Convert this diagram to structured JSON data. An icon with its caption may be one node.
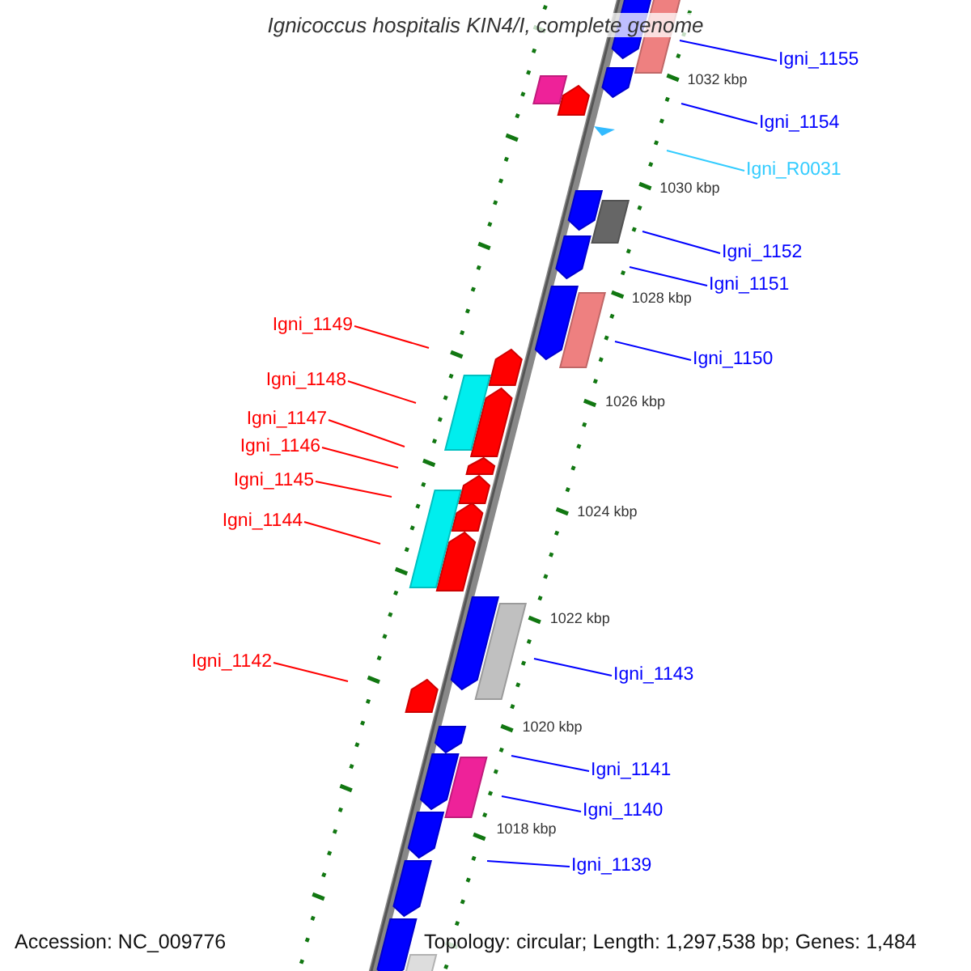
{
  "diagram": {
    "title": "Ignicoccus hospitalis KIN4/I, complete genome",
    "nodes": [
      {
        "text": [
          "Igni_1155"
        ]
      },
      {
        "text": [
          "Igni_1154"
        ]
      },
      {
        "text": [
          "Igni_R0031"
        ]
      },
      {
        "text": [
          "Igni_1152"
        ]
      },
      {
        "text": [
          "Igni_1151"
        ]
      },
      {
        "text": [
          "Igni_1149"
        ]
      },
      {
        "text": [
          "Igni_1150"
        ]
      },
      {
        "text": [
          "Igni_1148"
        ]
      },
      {
        "text": [
          "Igni_1147"
        ]
      },
      {
        "text": [
          "Igni_1146"
        ]
      },
      {
        "text": [
          "Igni_1145"
        ]
      },
      {
        "text": [
          "Igni_1144"
        ]
      },
      {
        "text": [
          "Igni_1142"
        ]
      },
      {
        "text": [
          "Igni_1143"
        ]
      },
      {
        "text": [
          "Igni_1141"
        ]
      },
      {
        "text": [
          "Igni_1140"
        ]
      },
      {
        "text": [
          "Igni_1139"
        ]
      }
    ],
    "edges": [
      {
        "from": 0,
        "to": null,
        "arrow": "none"
      },
      {
        "from": 1,
        "to": null,
        "arrow": "none"
      },
      {
        "from": 2,
        "to": null,
        "arrow": "none",
        "color": "#33ccff"
      },
      {
        "from": 3,
        "to": null,
        "arrow": "none"
      },
      {
        "from": 4,
        "to": null,
        "arrow": "none"
      },
      {
        "from": 5,
        "to": null,
        "arrow": "none",
        "color": "#ff0000"
      },
      {
        "from": 6,
        "to": null,
        "arrow": "none"
      },
      {
        "from": 7,
        "to": null,
        "arrow": "none",
        "color": "#ff0000"
      },
      {
        "from": 8,
        "to": null,
        "arrow": "none",
        "color": "#ff0000"
      },
      {
        "from": 9,
        "to": null,
        "arrow": "none",
        "color": "#ff0000"
      },
      {
        "from": 10,
        "to": null,
        "arrow": "none",
        "color": "#ff0000"
      },
      {
        "from": 11,
        "to": null,
        "arrow": "none",
        "color": "#ff0000"
      },
      {
        "from": 12,
        "to": null,
        "arrow": "none",
        "color": "#ff0000"
      },
      {
        "from": 13,
        "to": null,
        "arrow": "none"
      },
      {
        "from": 14,
        "to": null,
        "arrow": "none"
      },
      {
        "from": 15,
        "to": null,
        "arrow": "none"
      },
      {
        "from": 16,
        "to": null,
        "arrow": "none"
      }
    ],
    "labels": [
      "1032 kbp",
      "1030 kbp",
      "1028 kbp",
      "1026 kbp",
      "1024 kbp",
      "1022 kbp",
      "1020 kbp",
      "1018 kbp",
      "Accession: NC_009776",
      "Topology: circular; Length: 1,297,538 bp; Genes: 1,484"
    ]
  }
}
